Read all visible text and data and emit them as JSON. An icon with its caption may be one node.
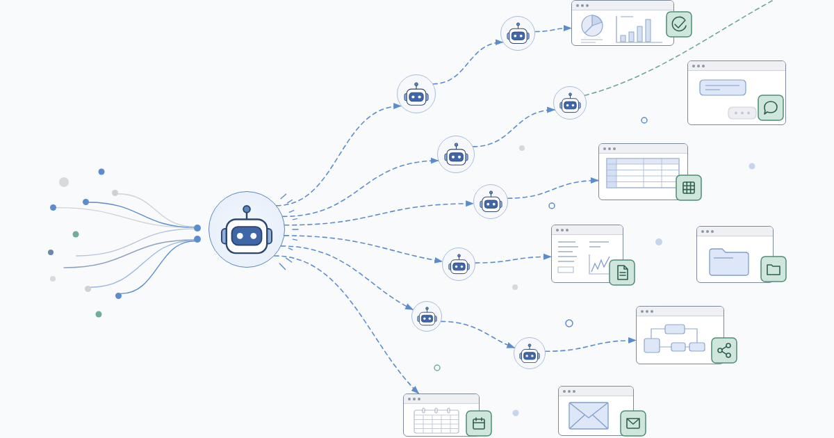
{
  "diagram": {
    "nodes": [
      {
        "text": [],
        "shape": "circle"
      },
      {
        "text": [],
        "shape": "circle"
      },
      {
        "text": [],
        "shape": "circle"
      },
      {
        "text": [],
        "shape": "circle"
      },
      {
        "text": [],
        "shape": "circle"
      },
      {
        "text": [],
        "shape": "circle"
      },
      {
        "text": [],
        "shape": "circle"
      },
      {
        "text": [],
        "shape": "picture"
      },
      {
        "text": [],
        "shape": "picture"
      },
      {
        "text": [],
        "shape": "picture"
      },
      {
        "text": [],
        "shape": "picture"
      },
      {
        "text": [],
        "shape": "picture"
      },
      {
        "text": [],
        "shape": "picture"
      },
      {
        "text": [],
        "shape": "picture"
      },
      {
        "text": [],
        "shape": "picture"
      },
      {
        "text": [],
        "shape": "picture"
      },
      {
        "text": [],
        "shape": "picture"
      },
      {
        "text": [],
        "shape": "picture"
      },
      {
        "text": [],
        "shape": "picture"
      },
      {
        "text": [],
        "shape": "picture"
      },
      {
        "text": [],
        "shape": "picture"
      },
      {
        "text": [],
        "shape": "picture"
      },
      {
        "text": [],
        "shape": "picture"
      },
      {
        "text": [],
        "shape": "picture"
      }
    ],
    "edges": [
      {
        "from": 0,
        "to": 5,
        "arrow": "none",
        "color": "#cfd1d5"
      },
      {
        "from": 1,
        "to": 5,
        "arrow": "none"
      },
      {
        "from": 2,
        "to": 5,
        "arrow": "none",
        "color": "#cfd1d5"
      },
      {
        "from": null,
        "to": 5,
        "arrow": "none",
        "color": "#b7c3d6"
      },
      {
        "from": null,
        "to": 6,
        "arrow": "none",
        "color": "#8fa1c0"
      },
      {
        "from": 3,
        "to": 6,
        "arrow": "none",
        "color": "#9ab5df"
      },
      {
        "from": 4,
        "to": 6,
        "arrow": "none"
      },
      {
        "from": 7,
        "to": 8,
        "arrow": "to",
        "style": "dashed"
      },
      {
        "from": 7,
        "to": 10,
        "arrow": "to",
        "style": "dashed"
      },
      {
        "from": 7,
        "to": 12,
        "arrow": "to",
        "style": "dashed"
      },
      {
        "from": 7,
        "to": 13,
        "arrow": "to",
        "style": "dashed"
      },
      {
        "from": 7,
        "to": 14,
        "arrow": "to",
        "style": "dashed"
      },
      {
        "from": 7,
        "to": 22,
        "arrow": "to",
        "style": "dashed"
      },
      {
        "from": 8,
        "to": 9,
        "arrow": "to",
        "style": "dashed"
      },
      {
        "from": 9,
        "to": 16,
        "arrow": "to",
        "style": "dashed"
      },
      {
        "from": 10,
        "to": 11,
        "arrow": "to",
        "style": "dashed"
      },
      {
        "from": 11,
        "to": null,
        "arrow": "none",
        "style": "dashed",
        "color": "#6aa88f"
      },
      {
        "from": 12,
        "to": 18,
        "arrow": "to",
        "style": "dashed"
      },
      {
        "from": 13,
        "to": 19,
        "arrow": "to",
        "style": "dashed"
      },
      {
        "from": 14,
        "to": 15,
        "arrow": "to",
        "style": "dashed"
      },
      {
        "from": 15,
        "to": 21,
        "arrow": "to",
        "style": "dashed"
      }
    ]
  }
}
